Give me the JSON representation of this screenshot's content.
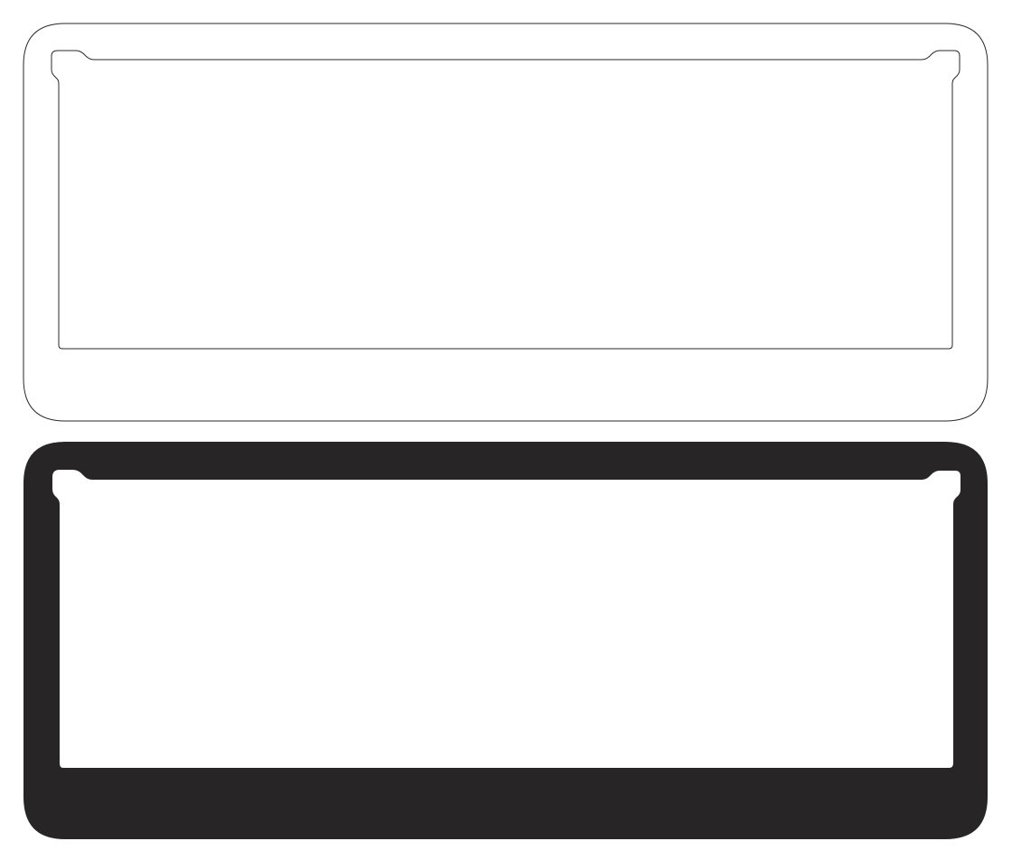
{
  "drawing": {
    "items": [
      {
        "name": "license-plate-frame-outline",
        "style": "outline",
        "fill": "#ffffff",
        "stroke": "#2a2829"
      },
      {
        "name": "license-plate-frame-solid",
        "style": "solid",
        "fill": "#272526",
        "stroke": "none"
      }
    ],
    "window_color": "#ffffff"
  }
}
